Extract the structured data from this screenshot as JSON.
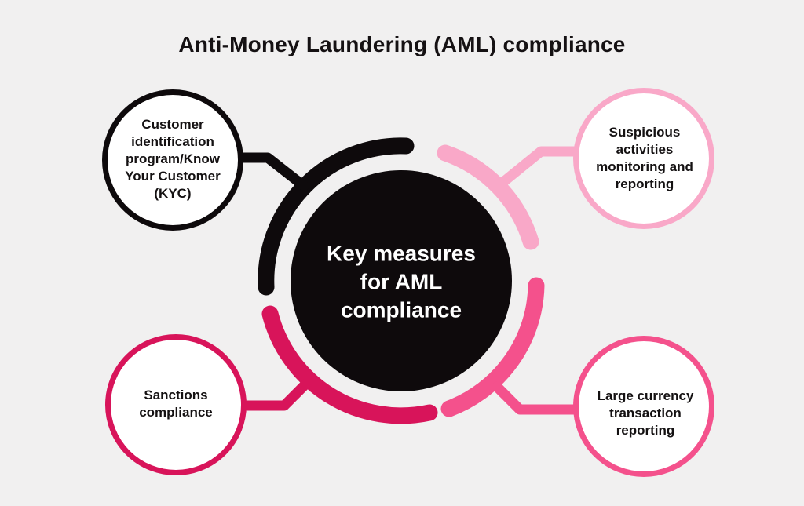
{
  "title": "Anti-Money Laundering (AML) compliance",
  "center": {
    "label": "Key measures\nfor AML\ncompliance",
    "fill": "#0e0a0c",
    "text_color": "#ffffff"
  },
  "nodes": [
    {
      "id": "kyc",
      "label": "Customer\nidentification\nprogram/Know\nYour Customer\n(KYC)",
      "color": "#0e0a0c",
      "position": "top-left"
    },
    {
      "id": "suspicious-activities",
      "label": "Suspicious\nactivities\nmonitoring and\nreporting",
      "color": "#f9a8c8",
      "position": "top-right"
    },
    {
      "id": "sanctions-compliance",
      "label": "Sanctions\ncompliance",
      "color": "#d8145a",
      "position": "bottom-left"
    },
    {
      "id": "large-currency",
      "label": "Large currency\ntransaction\nreporting",
      "color": "#f4518c",
      "position": "bottom-right"
    }
  ],
  "colors": {
    "background": "#f1f0f0",
    "black": "#0e0a0c",
    "light_pink": "#f9a8c8",
    "hot_pink": "#f4518c",
    "crimson": "#d8145a",
    "node_fill": "#ffffff",
    "title_text": "#151113"
  }
}
